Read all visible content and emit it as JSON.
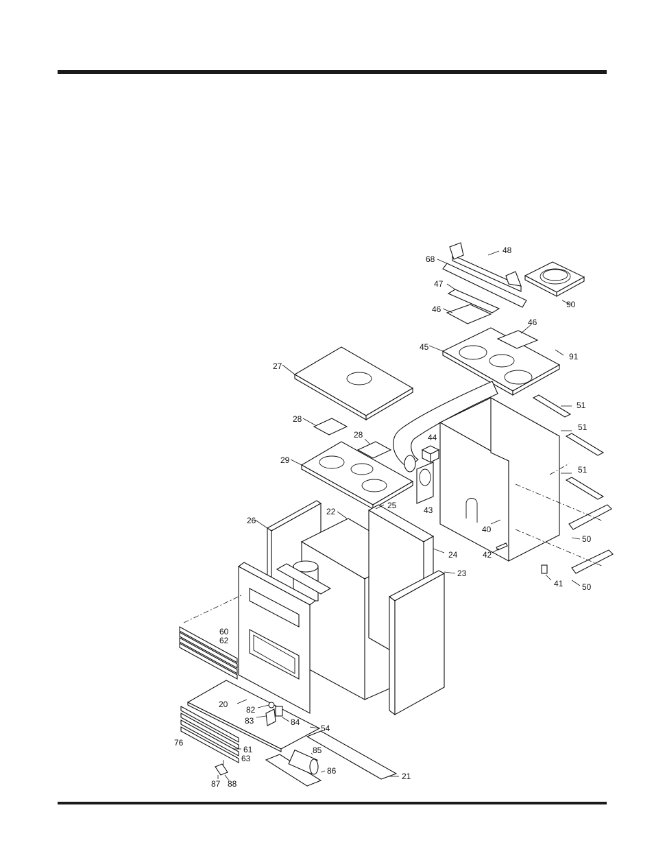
{
  "labels": {
    "l48": "48",
    "l68": "68",
    "l47": "47",
    "l46a": "46",
    "l90": "90",
    "l46b": "46",
    "l45": "45",
    "l91": "91",
    "l27": "27",
    "l28a": "28",
    "l28b": "28",
    "l44": "44",
    "l29": "29",
    "l43": "43",
    "l51a": "51",
    "l51b": "51",
    "l51c": "51",
    "l26": "26",
    "l22": "22",
    "l25": "25",
    "l40": "40",
    "l50a": "50",
    "l24": "24",
    "l42": "42",
    "l23": "23",
    "l41": "41",
    "l50b": "50",
    "l60": "60",
    "l62": "62",
    "l20": "20",
    "l82": "82",
    "l83": "83",
    "l84": "84",
    "l54": "54",
    "l76": "76",
    "l61": "61",
    "l63": "63",
    "l85": "85",
    "l86": "86",
    "l21": "21",
    "l87": "87",
    "l88": "88"
  }
}
